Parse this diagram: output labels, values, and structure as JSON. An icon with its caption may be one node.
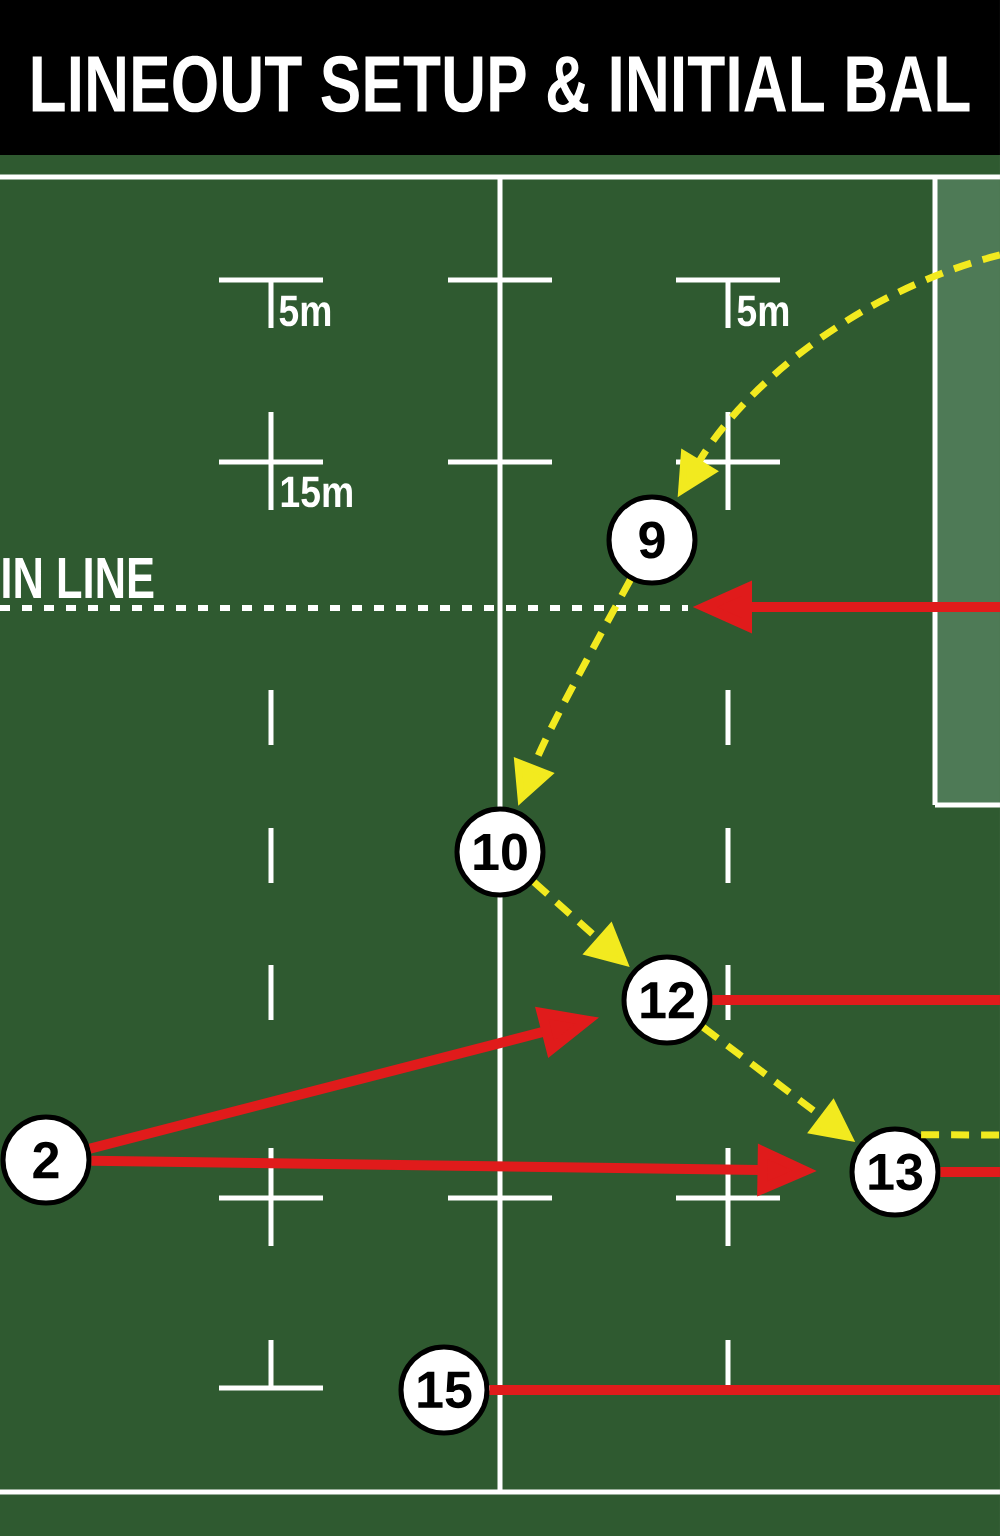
{
  "diagram": {
    "title": "LINEOUT SETUP & INITIAL BAL",
    "nodes": [
      {
        "text": [
          "9"
        ]
      },
      {
        "text": [
          "10"
        ]
      },
      {
        "text": [
          "12"
        ]
      },
      {
        "text": [
          "2"
        ]
      },
      {
        "text": [
          "13"
        ]
      },
      {
        "text": [
          "15"
        ]
      }
    ],
    "edges": [
      {
        "from": null,
        "to": 0,
        "arrow": "to",
        "style": "dashed",
        "color": "#f2ea1f"
      },
      {
        "from": 0,
        "to": 1,
        "arrow": "to",
        "style": "dashed",
        "color": "#f2ea1f"
      },
      {
        "from": 1,
        "to": 2,
        "arrow": "to",
        "style": "dashed",
        "color": "#f2ea1f"
      },
      {
        "from": 3,
        "to": 2,
        "arrow": "to",
        "color": "#e01b1b"
      },
      {
        "from": 2,
        "to": null,
        "arrow": "none",
        "color": "#e01b1b"
      },
      {
        "from": 2,
        "to": 4,
        "arrow": "to",
        "style": "dashed",
        "color": "#f2ea1f"
      },
      {
        "from": 3,
        "to": 4,
        "arrow": "to",
        "color": "#e01b1b"
      },
      {
        "from": 4,
        "to": null,
        "arrow": "none",
        "style": "dashed",
        "color": "#f2ea1f"
      },
      {
        "from": 4,
        "to": null,
        "arrow": "none",
        "color": "#e01b1b"
      },
      {
        "from": 5,
        "to": null,
        "arrow": "none",
        "color": "#e01b1b"
      }
    ],
    "labels": [
      "5m",
      "5m",
      "15m",
      "IN LINE"
    ]
  }
}
